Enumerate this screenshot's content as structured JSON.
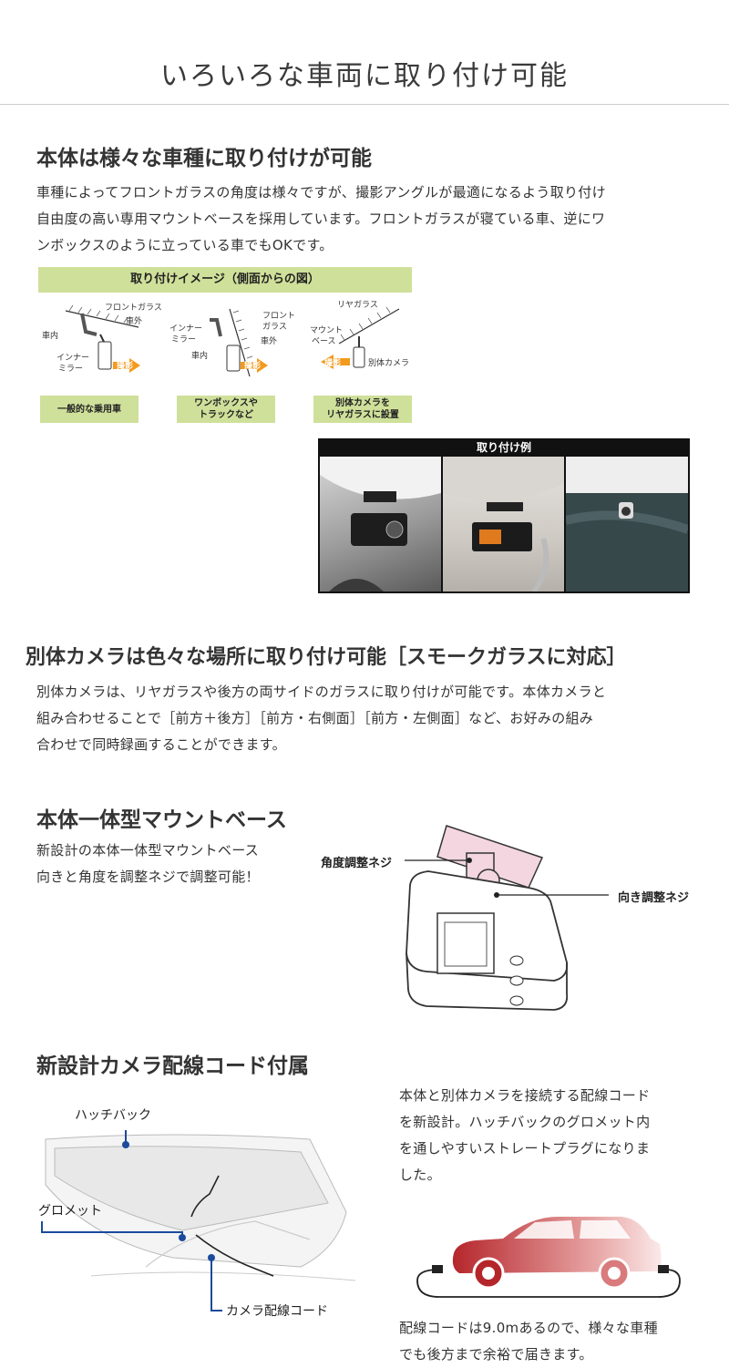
{
  "page_title": "いろいろな車両に取り付け可能",
  "section1": {
    "heading": "本体は様々な車種に取り付けが可能",
    "lines": [
      "車種によってフロントガラスの角度は様々ですが、撮影アングルが最適になるよう取り付け",
      "自由度の高い専用マウントベースを採用しています。フロントガラスが寝ている車、逆にワ",
      "ンボックスのように立っている車でもOKです。"
    ],
    "diagram": {
      "banner": "取り付けイメージ（側面からの図）",
      "p1": {
        "windshield": "フロントガラス",
        "outside": "車外",
        "inside": "車内",
        "mirror_l1": "インナー",
        "mirror_l2": "ミラー",
        "shoot": "撮影",
        "caption": "一般的な乗用車"
      },
      "p2": {
        "windshield_l1": "フロント",
        "windshield_l2": "ガラス",
        "mirror_l1": "インナー",
        "mirror_l2": "ミラー",
        "outside": "車外",
        "inside": "車内",
        "shoot": "撮影",
        "caption_l1": "ワンボックスや",
        "caption_l2": "トラックなど"
      },
      "p3": {
        "rear_glass": "リヤガラス",
        "mount_l1": "マウント",
        "mount_l2": "ベース",
        "shoot": "撮影",
        "camera": "別体カメラ",
        "caption_l1": "別体カメラを",
        "caption_l2": "リヤガラスに設置"
      }
    },
    "photos_header": "取り付け例"
  },
  "section2": {
    "heading": "別体カメラは色々な場所に取り付け可能［スモークガラスに対応］",
    "lines": [
      "別体カメラは、リヤガラスや後方の両サイドのガラスに取り付けが可能です。本体カメラと",
      "組み合わせることで［前方＋後方］［前方・右側面］［前方・左側面］など、お好みの組み",
      "合わせで同時録画することができます。"
    ]
  },
  "section3": {
    "heading": "本体一体型マウントベース",
    "lines": [
      "新設計の本体一体型マウントベース",
      "向きと角度を調整ネジで調整可能！"
    ],
    "label_angle": "角度調整ネジ",
    "label_direction": "向き調整ネジ"
  },
  "section4": {
    "heading": "新設計カメラ配線コード付属",
    "lines": [
      "本体と別体カメラを接続する配線コード",
      "を新設計。ハッチバックのグロメット内",
      "を通しやすいストレートプラグになりま",
      "した。"
    ],
    "label_hatchback": "ハッチバック",
    "label_grommet": "グロメット",
    "label_cord": "カメラ配線コード",
    "bottom_lines": [
      "配線コードは9.0mあるので、様々な車種",
      "でも後方まで余裕で届きます。"
    ]
  },
  "colors": {
    "banner_green": "#cfe09a",
    "shoot_orange": "#f39a1e",
    "callout_blue": "#1c4a9c",
    "car_red": "#c0393b"
  }
}
